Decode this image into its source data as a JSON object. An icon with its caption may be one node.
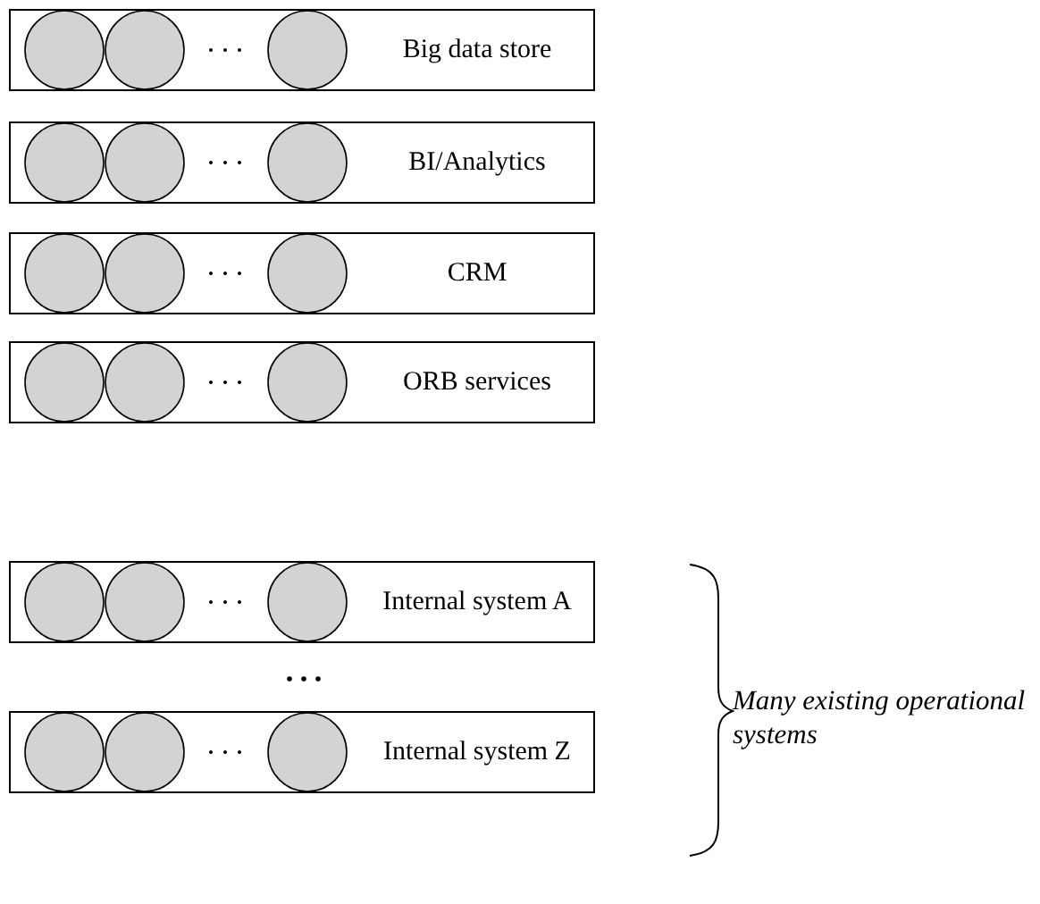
{
  "diagram": {
    "nodes": [
      {
        "text": [
          "Big data store"
        ]
      },
      {
        "text": [
          "BI/Analytics"
        ]
      },
      {
        "text": [
          "CRM"
        ]
      },
      {
        "text": [
          "ORB services"
        ]
      },
      {
        "text": [
          "Internal system A"
        ]
      },
      {
        "text": [
          "Internal system Z"
        ]
      }
    ],
    "labels": [
      "Many existing operational systems"
    ]
  }
}
